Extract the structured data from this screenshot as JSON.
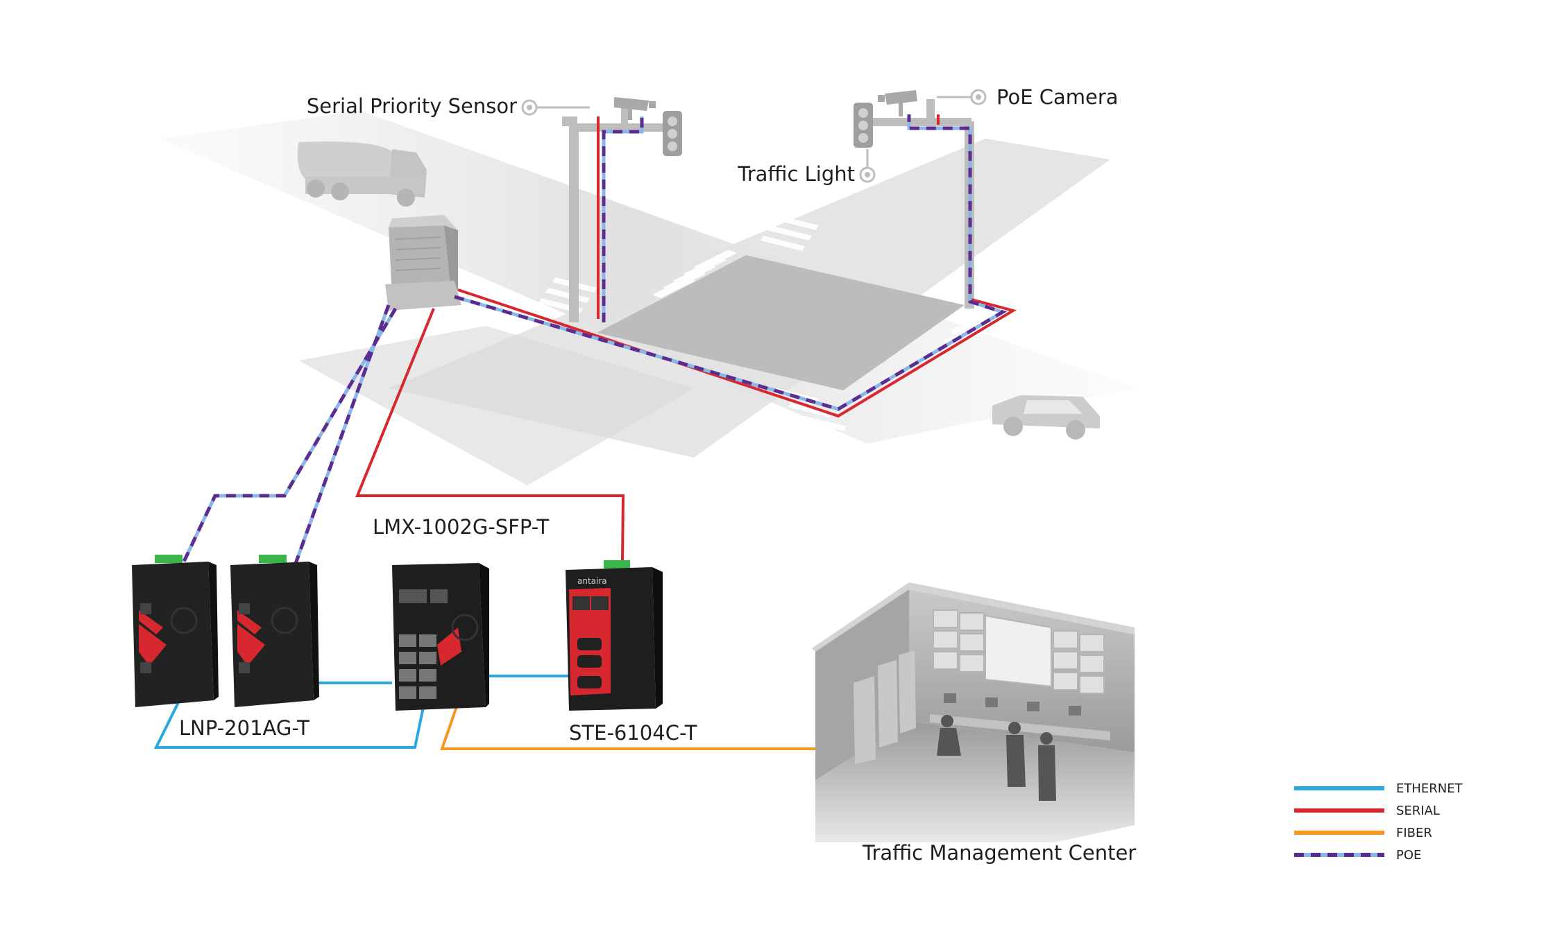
{
  "labels": {
    "serial_priority_sensor": "Serial Priority Sensor",
    "poe_camera": "PoE Camera",
    "traffic_light": "Traffic Light",
    "lmx_switch": "LMX-1002G-SFP-T",
    "lnp_injector": "LNP-201AG-T",
    "ste_server": "STE-6104C-T",
    "management_center": "Traffic Management Center",
    "brand": "antaira"
  },
  "legend": [
    {
      "key": "ethernet",
      "label": "ETHERNET",
      "color": "#29a9e0",
      "style": "solid"
    },
    {
      "key": "serial",
      "label": "SERIAL",
      "color": "#d7282f",
      "style": "solid"
    },
    {
      "key": "fiber",
      "label": "FIBER",
      "color": "#f3971f",
      "style": "solid"
    },
    {
      "key": "poe",
      "label": "POE",
      "color": "#8ab8e4",
      "dash_color": "#5b2d90",
      "style": "dashed"
    }
  ]
}
